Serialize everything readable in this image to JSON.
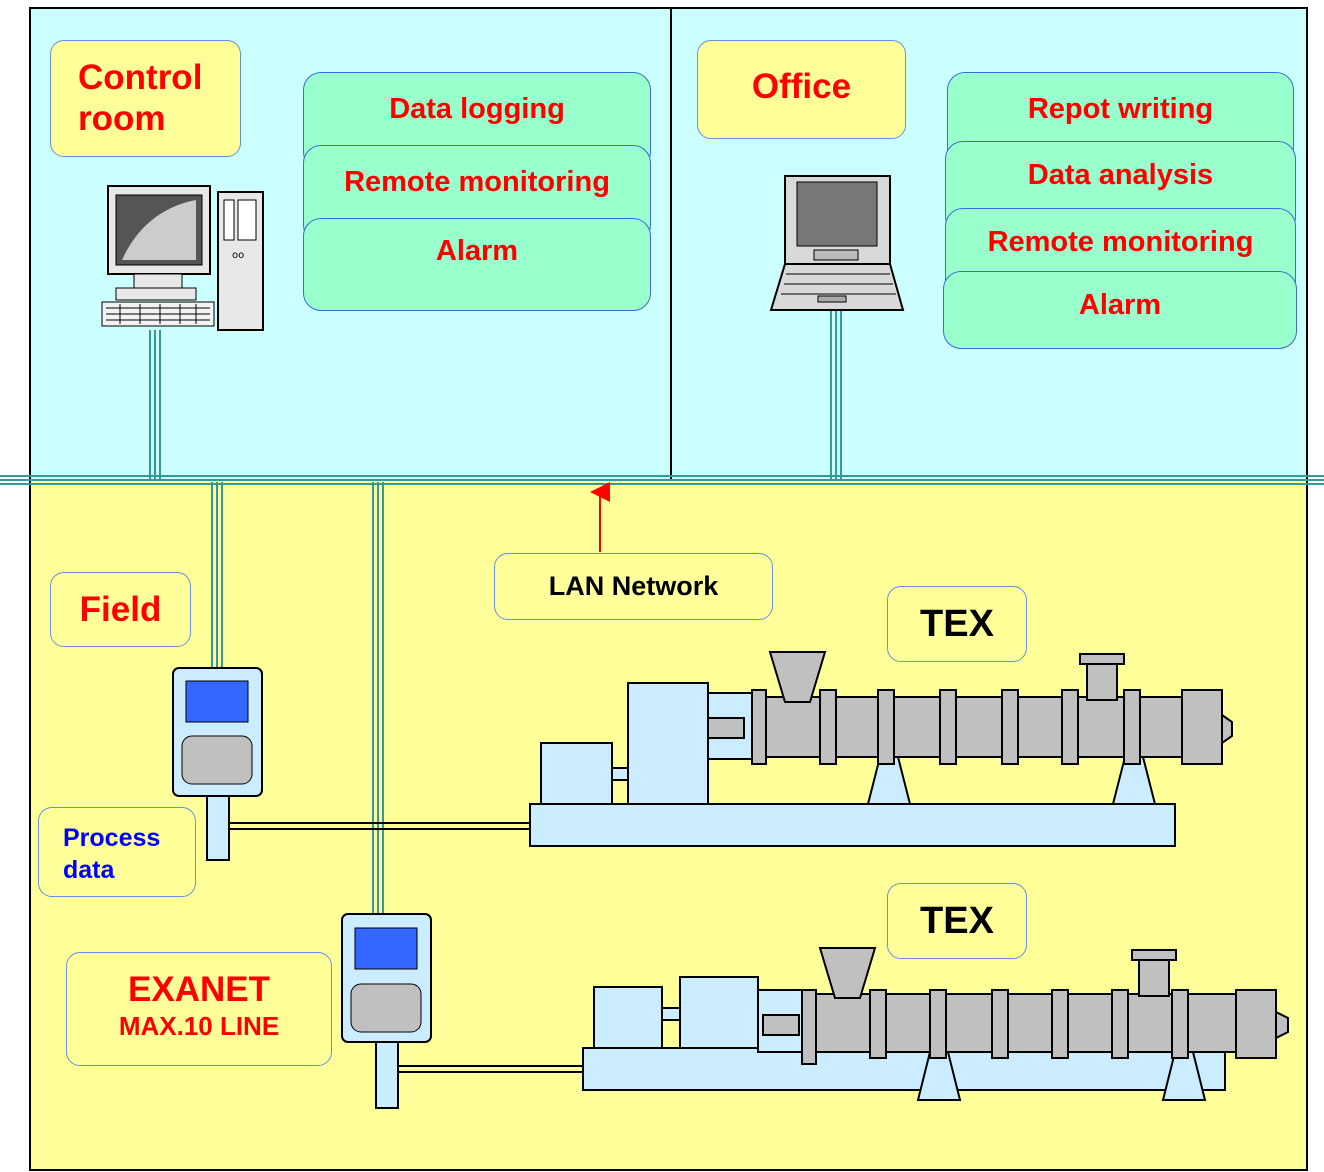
{
  "zones": {
    "control_room": {
      "label": "Control\nroom",
      "functions": [
        "Data logging",
        "Remote monitoring",
        "Alarm"
      ]
    },
    "office": {
      "label": "Office",
      "functions": [
        "Repot writing",
        "Data analysis",
        "Remote monitoring",
        "Alarm"
      ]
    },
    "field": {
      "label": "Field"
    }
  },
  "network": {
    "label": "LAN Network"
  },
  "process_data": {
    "label": "Process\ndata"
  },
  "exanet": {
    "title": "EXANET",
    "subtitle": "MAX.10 LINE"
  },
  "machines": [
    {
      "label": "TEX"
    },
    {
      "label": "TEX"
    }
  ],
  "colors": {
    "upper_zone": "#ccffff",
    "field_zone": "#ffff99",
    "function_box": "#99ffcc",
    "label_box": "#ffff99",
    "lan_cable": "#339999",
    "machine": "#ccecff",
    "barrel": "#c0c0c0",
    "text_red": "#ff0000",
    "text_blue": "#0000ff"
  }
}
